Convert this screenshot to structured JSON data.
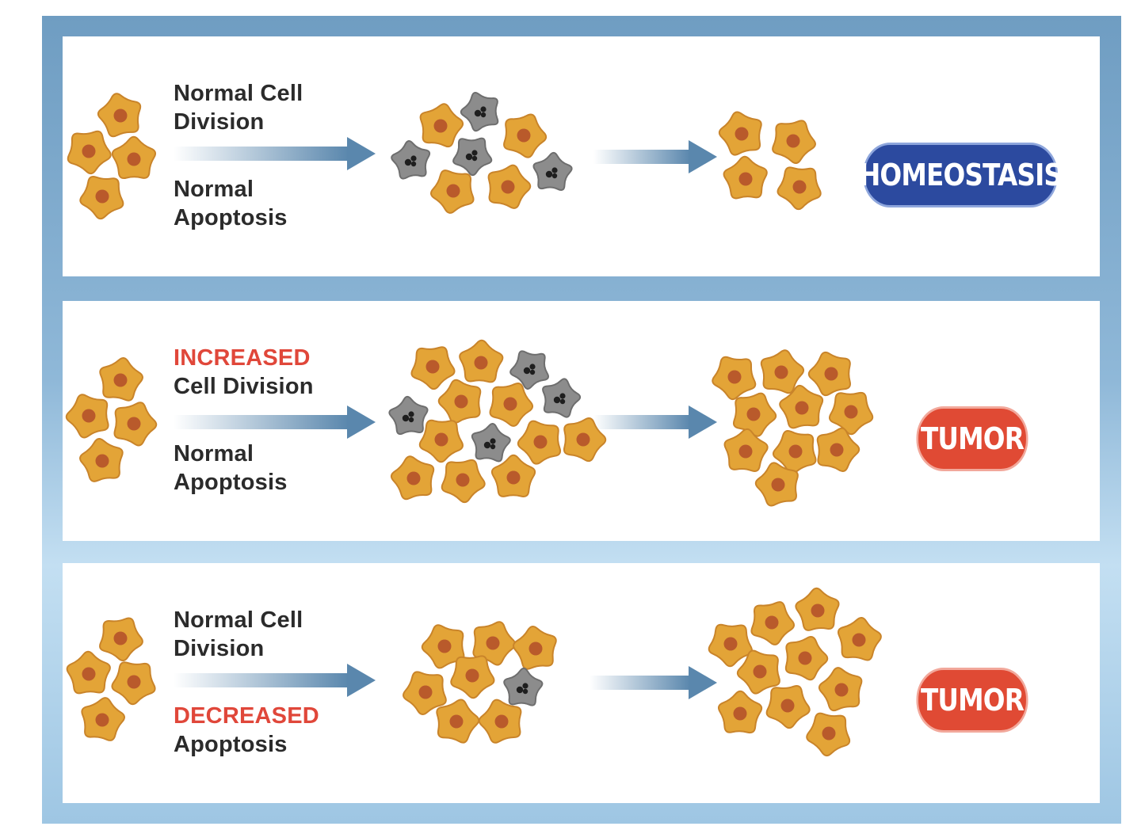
{
  "colors": {
    "healthy_cell": "#e3a437",
    "healthy_cell_edge": "#c9842a",
    "nucleus": "#b95a2b",
    "apoptotic_cell": "#8c8c8c",
    "apoptotic_fragment": "#1e1e1e",
    "arrow": "#5a87ad",
    "badge_blue": "#2c4a9f",
    "badge_red": "#e04a34",
    "highlight_text": "#e0473a"
  },
  "panels": [
    {
      "top_label": [
        "Normal Cell",
        "Division"
      ],
      "top_label_highlight": false,
      "bottom_label": [
        "Normal",
        "Apoptosis"
      ],
      "bottom_label_highlight": false,
      "result": "HOMEOSTASIS"
    },
    {
      "top_label": [
        "INCREASED",
        "Cell Division"
      ],
      "top_label_highlight": true,
      "bottom_label": [
        "Normal",
        "Apoptosis"
      ],
      "bottom_label_highlight": false,
      "result": "TUMOR"
    },
    {
      "top_label": [
        "Normal Cell",
        "Division"
      ],
      "top_label_highlight": false,
      "bottom_label": [
        "DECREASED",
        "Apoptosis"
      ],
      "bottom_label_highlight": true,
      "result": "TUMOR"
    }
  ]
}
